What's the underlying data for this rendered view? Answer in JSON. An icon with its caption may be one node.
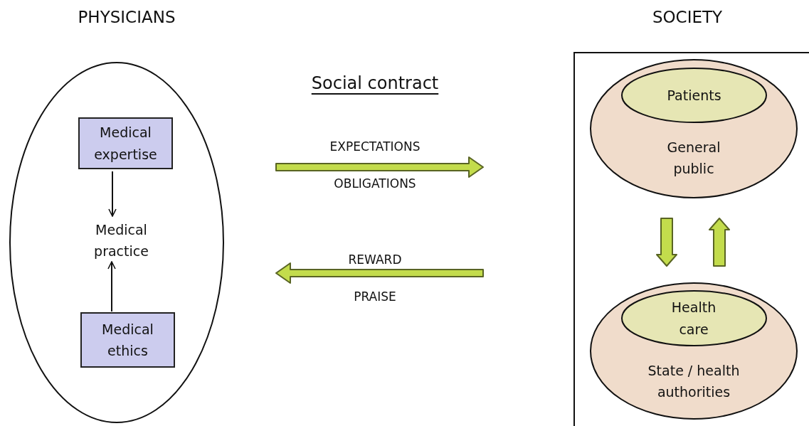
{
  "diagram": {
    "nodes": [
      {
        "text": [
          "PHYSICIANS"
        ]
      },
      {
        "text": [
          "Medical expertise"
        ],
        "in": 0
      },
      {
        "text": [
          "Medical practice"
        ],
        "in": 0
      },
      {
        "text": [
          "Medical ethics"
        ],
        "in": 0
      },
      {
        "text": [
          "SOCIETY"
        ]
      },
      {
        "text": [
          "General public"
        ],
        "in": 4
      },
      {
        "text": [
          "Patients"
        ],
        "in": 5
      },
      {
        "text": [
          "State / health authorities"
        ],
        "in": 4
      },
      {
        "text": [
          "Health care"
        ],
        "in": 7
      }
    ],
    "edges": [
      {
        "from": 1,
        "to": 2,
        "arrow": "to"
      },
      {
        "from": 3,
        "to": 2,
        "arrow": "to"
      },
      {
        "from": 0,
        "to": 4,
        "arrow": "to",
        "label": "EXPECTATIONS",
        "style": "thick",
        "color": "#c3dc4c"
      },
      {
        "from": 4,
        "to": 0,
        "arrow": "to",
        "label": "REWARD",
        "style": "thick",
        "color": "#c3dc4c"
      },
      {
        "from": 5,
        "to": 7,
        "arrow": "to",
        "style": "thick",
        "color": "#c3dc4c"
      },
      {
        "from": 7,
        "to": 5,
        "arrow": "to",
        "style": "thick",
        "color": "#c3dc4c"
      }
    ],
    "labels": [
      "Social contract",
      "OBLIGATIONS",
      "PRAISE"
    ]
  }
}
